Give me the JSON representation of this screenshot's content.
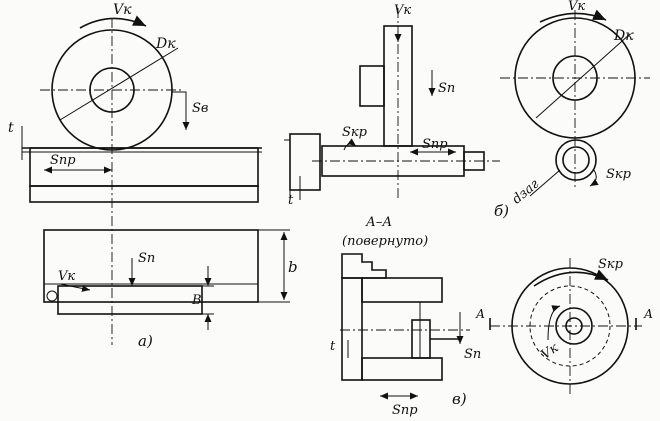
{
  "figure": {
    "panel_a": {
      "label": "а)",
      "vk": "Vк",
      "dk": "Dк",
      "sv": "Sв",
      "t": "t",
      "spr": "Sпр",
      "sp": "Sп",
      "vk2": "Vк",
      "b_upper": "b",
      "b_lower": "B"
    },
    "panel_b": {
      "label": "б)",
      "vk": "Vк",
      "sn": "Sп",
      "skr": "Sкр",
      "spr": "Sпр",
      "t": "t",
      "vk2": "Vк",
      "dk": "Dк",
      "dzag": "dзаг",
      "skr2": "Sкр"
    },
    "panel_v": {
      "label": "в)",
      "section_title": "А–А",
      "section_note": "(повернуто)",
      "t": "t",
      "sn": "Sп",
      "spr": "Sпр",
      "skr": "Sкр",
      "vk": "Vк",
      "a_left": "А",
      "a_right": "А"
    }
  }
}
